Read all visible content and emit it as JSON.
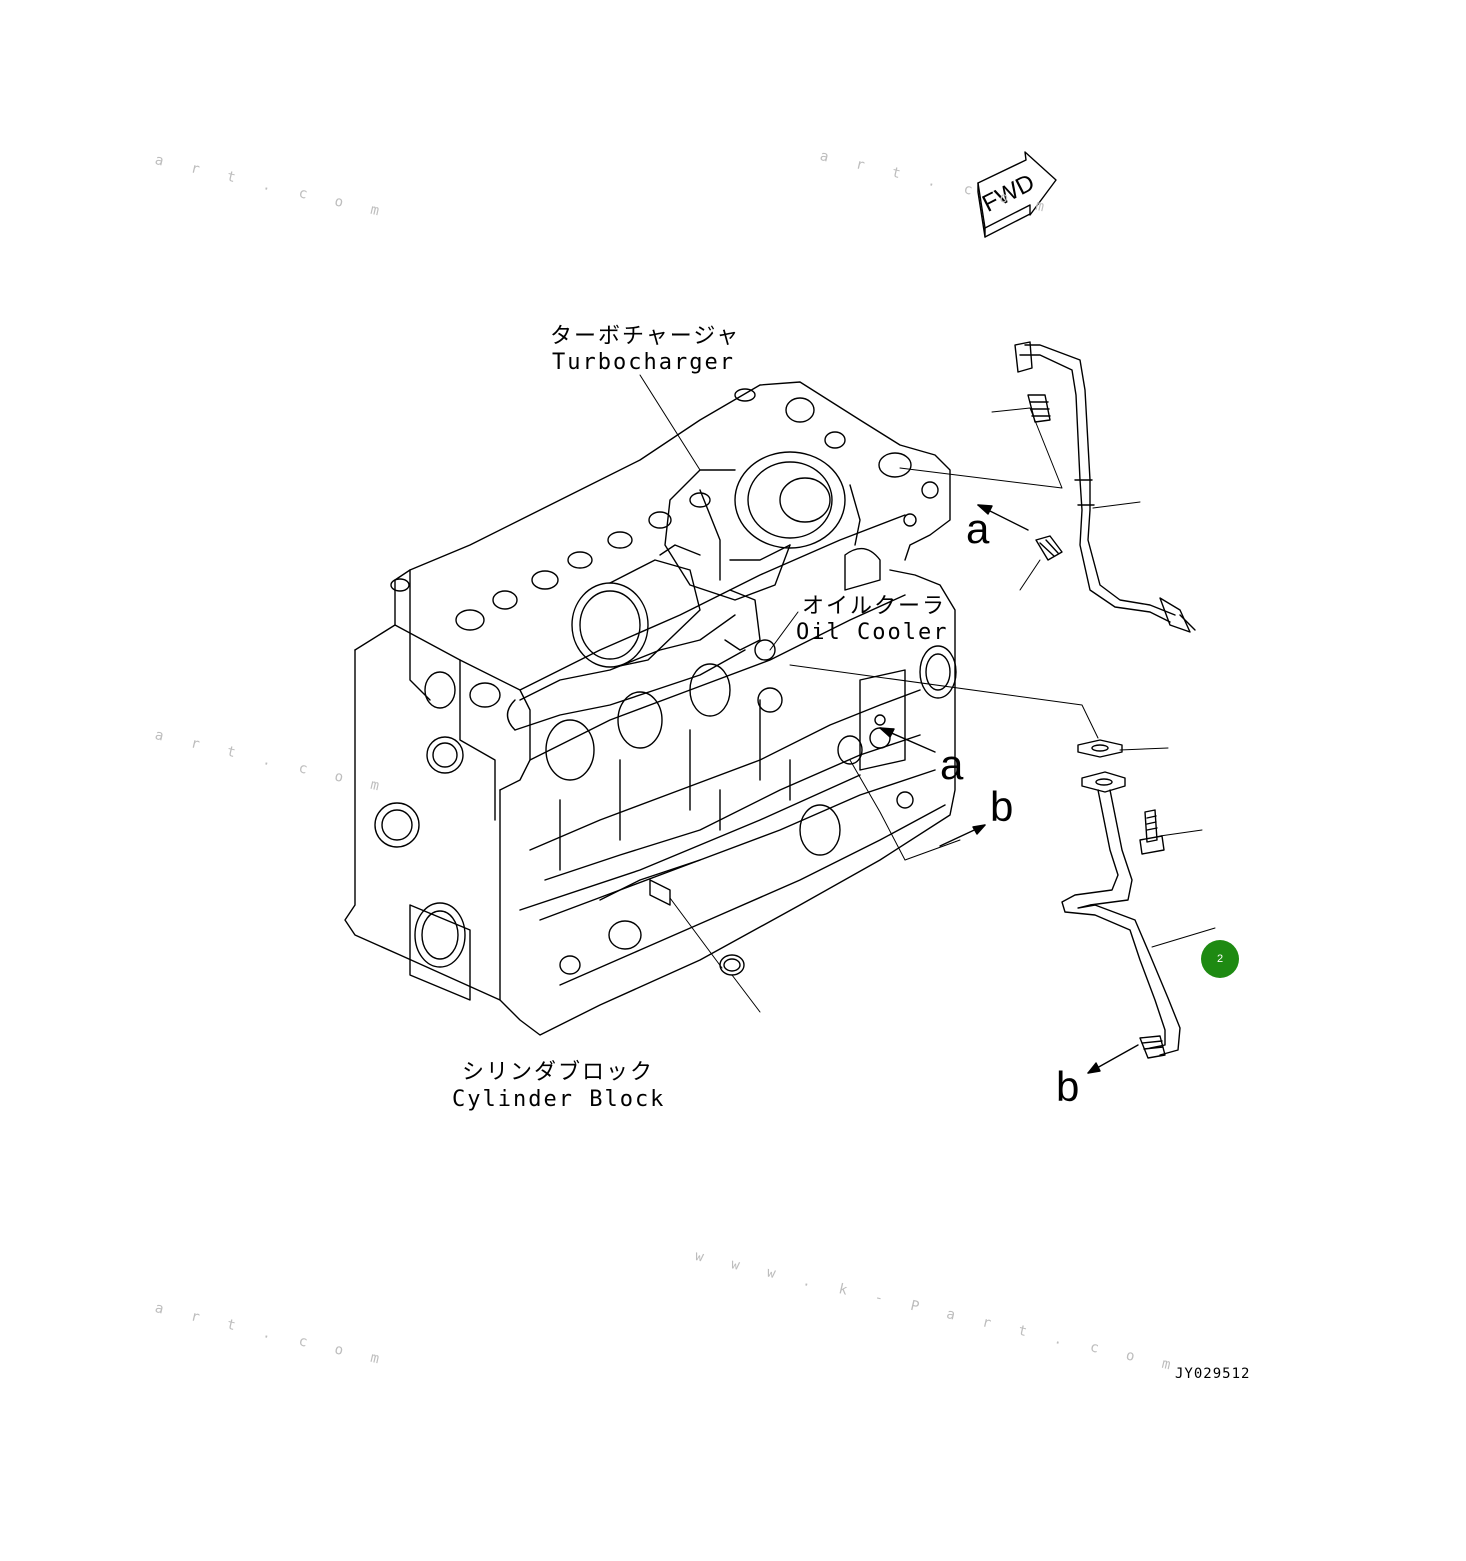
{
  "labels": {
    "turbocharger_jp": "ターボチャージャ",
    "turbocharger_en": "Turbocharger",
    "oil_cooler_jp": "オイルクーラ",
    "oil_cooler_en": "Oil Cooler",
    "cylinder_block_jp": "シリンダブロック",
    "cylinder_block_en": "Cylinder Block",
    "fwd": "FWD",
    "view_a": "a",
    "view_b": "b"
  },
  "drawing_code": "JY029512",
  "part_callouts": [
    {
      "number": "2",
      "color": "#1e8a12"
    }
  ],
  "watermarks": [
    "a r t . c o m",
    "w w w . k - P a r t . c o m"
  ],
  "colors": {
    "line": "#000000",
    "callout": "#1e8a12",
    "watermark": "#bdbdbd"
  }
}
